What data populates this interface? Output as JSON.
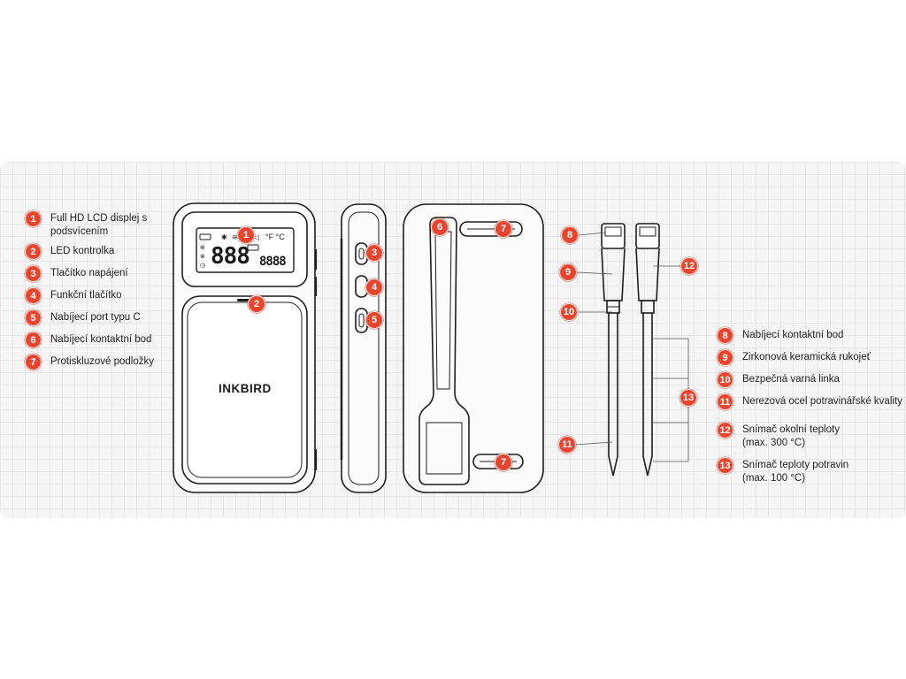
{
  "brand": "INKBIRD",
  "display": {
    "units": "°F  °C",
    "digits_main": "888",
    "digits_small": "8888"
  },
  "accent_color": "#e8442e",
  "legend_left": [
    {
      "num": "1",
      "text": "Full HD LCD displej s\npodsvícením"
    },
    {
      "num": "2",
      "text": "LED kontrolka"
    },
    {
      "num": "3",
      "text": "Tlačítko napájení"
    },
    {
      "num": "4",
      "text": "Funkční tlačítko"
    },
    {
      "num": "5",
      "text": "Nabíjecí port typu C"
    },
    {
      "num": "6",
      "text": "Nabíjecí kontaktní bod"
    },
    {
      "num": "7",
      "text": "Protiskluzové podložky"
    }
  ],
  "legend_right": [
    {
      "num": "8",
      "text": "Nabíjecí kontaktní bod"
    },
    {
      "num": "9",
      "text": "Zirkonová keramická rukojeť"
    },
    {
      "num": "10",
      "text": "Bezpečná varná linka"
    },
    {
      "num": "11",
      "text": "Nerezová ocel potravinářské kvality"
    },
    {
      "num": "12",
      "text": "Snímač okolní teploty\n(max. 300 °C)"
    },
    {
      "num": "13",
      "text": "Snímač teploty potravin\n(max. 100 °C)"
    }
  ],
  "callouts": {
    "c1": "1",
    "c2": "2",
    "c3": "3",
    "c4": "4",
    "c5": "5",
    "c6": "6",
    "c7a": "7",
    "c7b": "7",
    "c8": "8",
    "c9": "9",
    "c10": "10",
    "c11": "11",
    "c12": "12",
    "c13": "13"
  }
}
